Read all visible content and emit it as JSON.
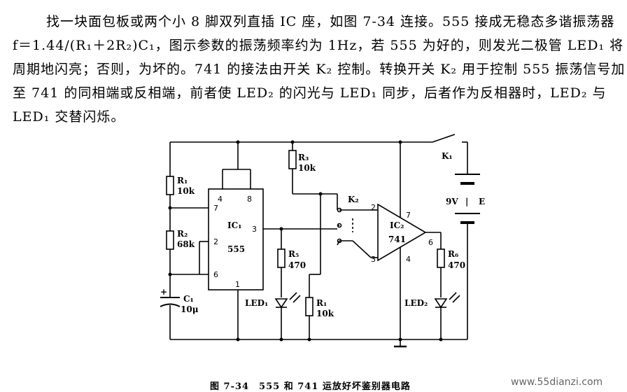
{
  "description": {
    "lines": [
      "找一块面包板或两个小 8 脚双列直插 IC 座，如图 7-34 连接。555 接成无稳态多谐振荡器",
      "f＝1.44/(R₁＋2R₂)C₁，图示参数的振荡频率约为 1Hz，若 555 为好的，则发光二极管 LED₁ 将",
      "周期地闪亮；否则，为坏的。741 的接法由开关 K₂ 控制。转换开关 K₂ 用于控制 555 振荡信号加",
      "至 741 的同相端或反相端，前者使 LED₂ 的闪光与 LED₁ 同步，后者作为反相器时，LED₂ 与",
      "LED₁ 交替闪烁。"
    ]
  },
  "circuit": {
    "r1_left": {
      "name": "R₁",
      "value": "10k"
    },
    "r2": {
      "name": "R₂",
      "value": "68k"
    },
    "c1": {
      "name": "C₁",
      "value": "10μ",
      "plus": "+"
    },
    "ic1": {
      "name": "IC₁",
      "type": "555",
      "pins": {
        "p4": "4",
        "p8": "8",
        "p7": "7",
        "p2": "2",
        "p6": "6",
        "p3": "3",
        "p1": "1"
      }
    },
    "r3": {
      "name": "R₃",
      "value": "10k"
    },
    "r5": {
      "name": "R₅",
      "value": "470"
    },
    "led1": {
      "name": "LED₁"
    },
    "r1_mid": {
      "name": "R₁",
      "value": "10k"
    },
    "k2": {
      "name": "K₂"
    },
    "ic2": {
      "name": "IC₂",
      "type": "741",
      "pins": {
        "p2": "2",
        "p3": "3",
        "p7": "7",
        "p6": "6",
        "p4": "4"
      }
    },
    "r6": {
      "name": "R₆",
      "value": "470"
    },
    "led2": {
      "name": "LED₂"
    },
    "k1": {
      "name": "K₁"
    },
    "battery": {
      "voltage": "9V",
      "name": "E",
      "sep": "|"
    }
  },
  "caption": "图 7-34　555 和 741 运放好坏鉴别器电路",
  "watermark": "www.55dianzi.com"
}
